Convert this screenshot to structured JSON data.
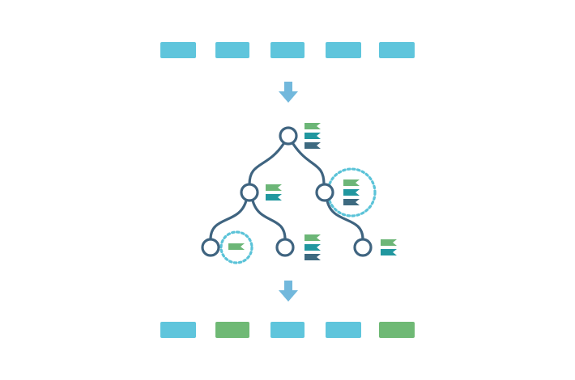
{
  "colors": {
    "cyan_box": "#5fc5dc",
    "green_box": "#6fb975",
    "arrow": "#72b8dc",
    "tree_stroke": "#3f6480",
    "flag_green": "#6cb677",
    "flag_teal": "#21979f",
    "flag_slate": "#3d6a80",
    "dotted_ring": "#5bc3d8"
  },
  "input_sequence": [
    "cyan",
    "cyan",
    "cyan",
    "cyan",
    "cyan"
  ],
  "output_sequence": [
    "cyan",
    "green",
    "cyan",
    "cyan",
    "green"
  ],
  "tree": {
    "root": {
      "flags": [
        "green",
        "teal",
        "slate"
      ],
      "highlighted": false
    },
    "left_child": {
      "flags": [
        "green",
        "teal"
      ],
      "highlighted": false
    },
    "right_child": {
      "flags": [
        "green",
        "teal",
        "slate"
      ],
      "highlighted": true
    },
    "leaf_left": {
      "flags": [
        "green"
      ],
      "highlighted": true
    },
    "leaf_middle": {
      "flags": [
        "green",
        "teal",
        "slate"
      ],
      "highlighted": false
    },
    "leaf_right": {
      "flags": [
        "green",
        "teal"
      ],
      "highlighted": false
    }
  },
  "icons": [
    "down-arrow-icon",
    "flag-icon",
    "dotted-ring-icon"
  ]
}
